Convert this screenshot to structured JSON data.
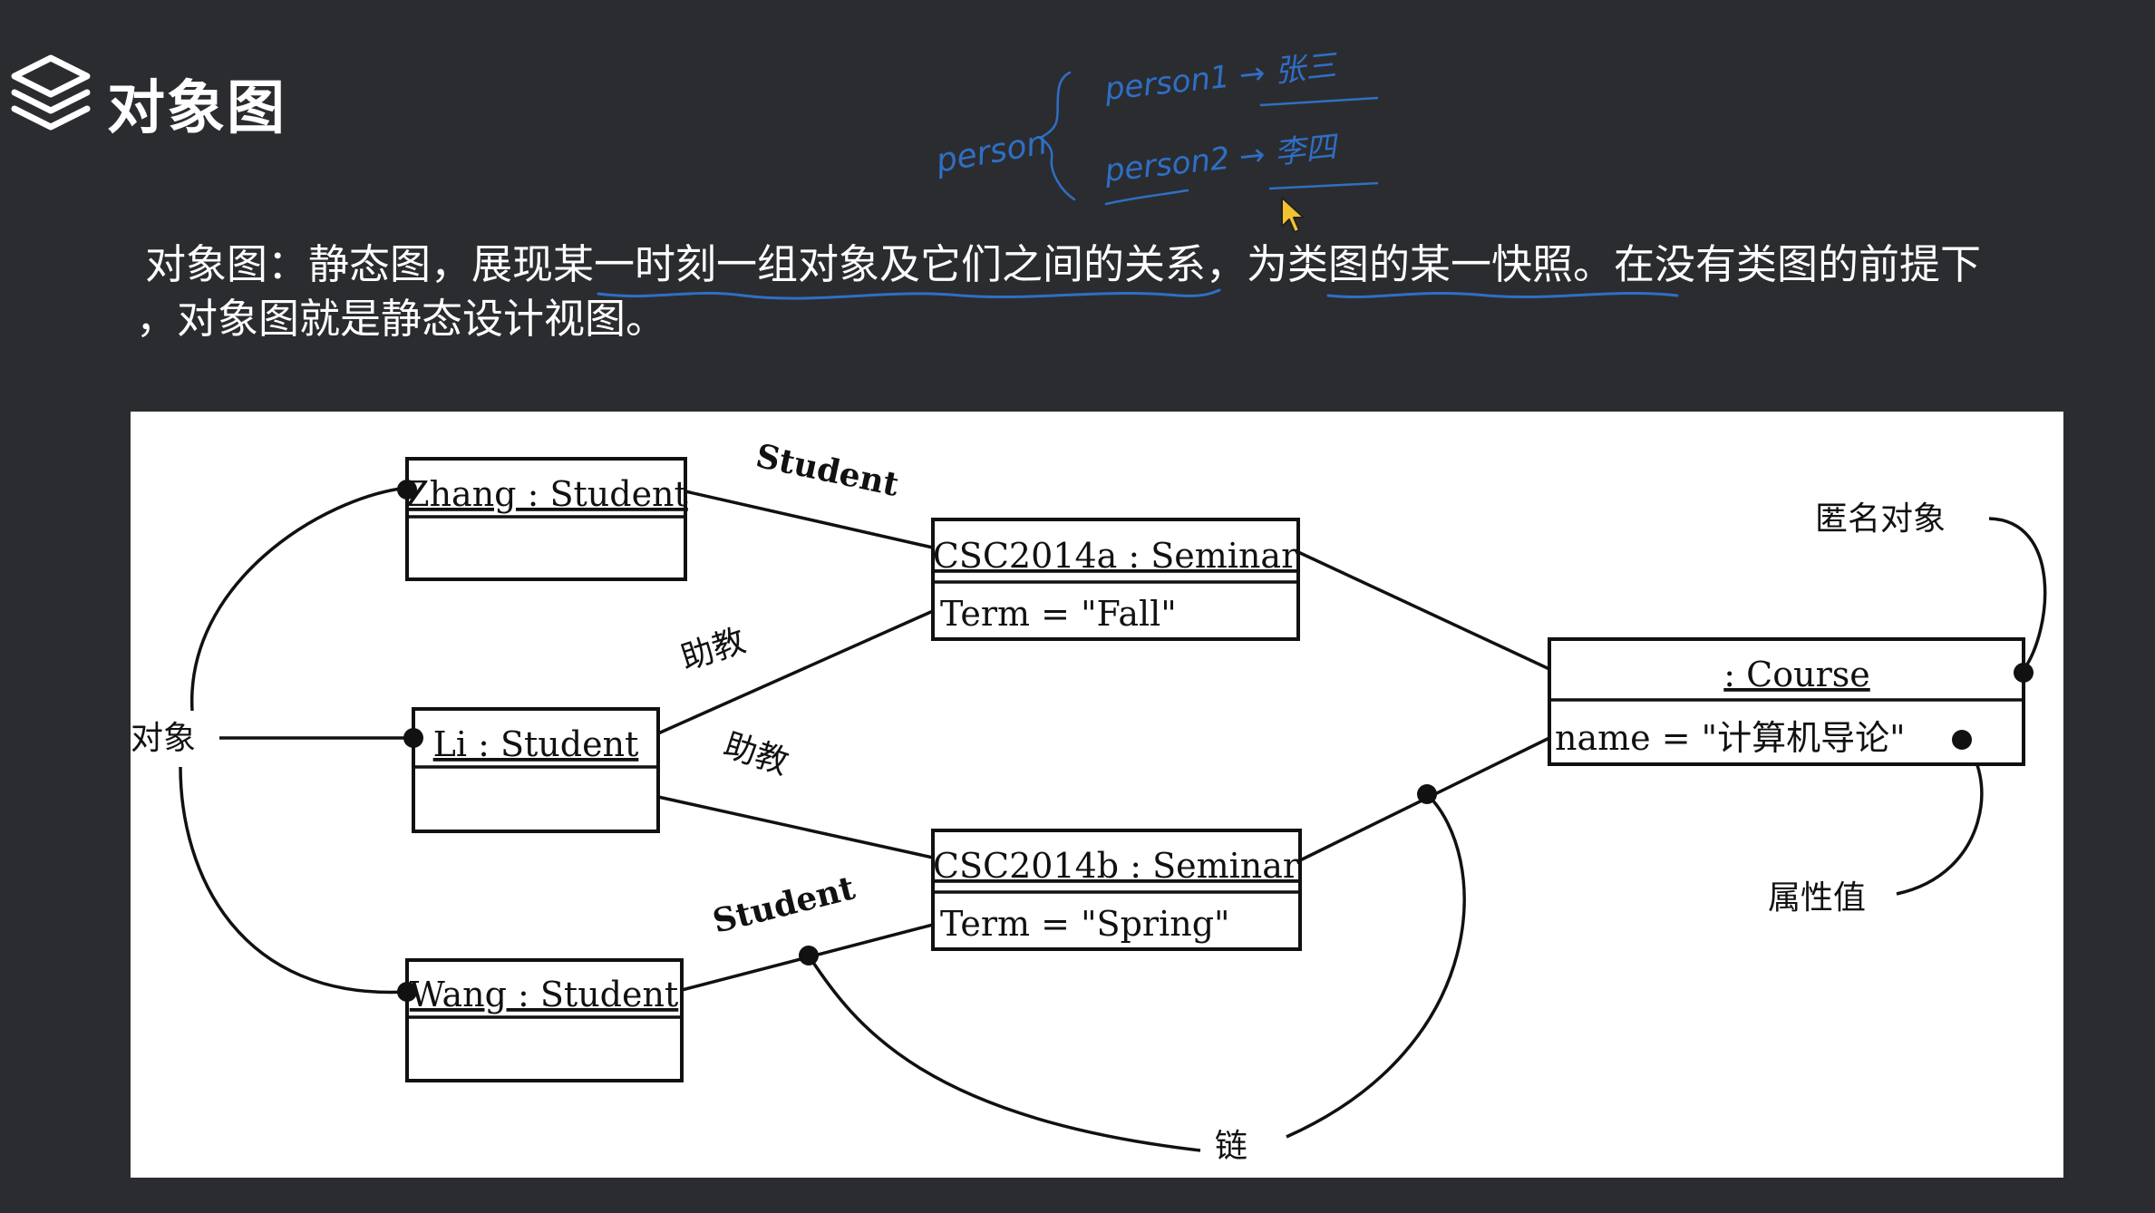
{
  "header": {
    "title": "对象图",
    "icon": "layers-icon"
  },
  "description": {
    "line1": "对象图：静态图，展现某一时刻一组对象及它们之间的关系，为类图的某一快照。在没有类图的前提下",
    "line2": "，对象图就是静态设计视图。"
  },
  "handwritten_note": {
    "root": "person",
    "branch1": "person1 → 张三",
    "branch2": "person2 → 李四"
  },
  "diagram": {
    "objects": {
      "zhang": {
        "name": "Zhang : Student"
      },
      "li": {
        "name": "Li : Student"
      },
      "wang": {
        "name": "Wang : Student"
      },
      "csc_a": {
        "name": "CSC2014a : Seminar",
        "attr": "Term = \"Fall\""
      },
      "csc_b": {
        "name": "CSC2014b : Seminar",
        "attr": "Term = \"Spring\""
      },
      "course": {
        "name": ": Course",
        "attr": "name = \"计算机导论\""
      }
    },
    "link_labels": {
      "student_top": "Student",
      "ta_1": "助教",
      "ta_2": "助教",
      "student_bottom": "Student"
    },
    "annotations": {
      "object": "对象",
      "anonymous_object": "匿名对象",
      "attribute_value": "属性值",
      "link": "链"
    }
  },
  "colors": {
    "background": "#2b2c30",
    "panel": "#ffffff",
    "ink": "#111111",
    "pen": "#2f6fc4"
  }
}
